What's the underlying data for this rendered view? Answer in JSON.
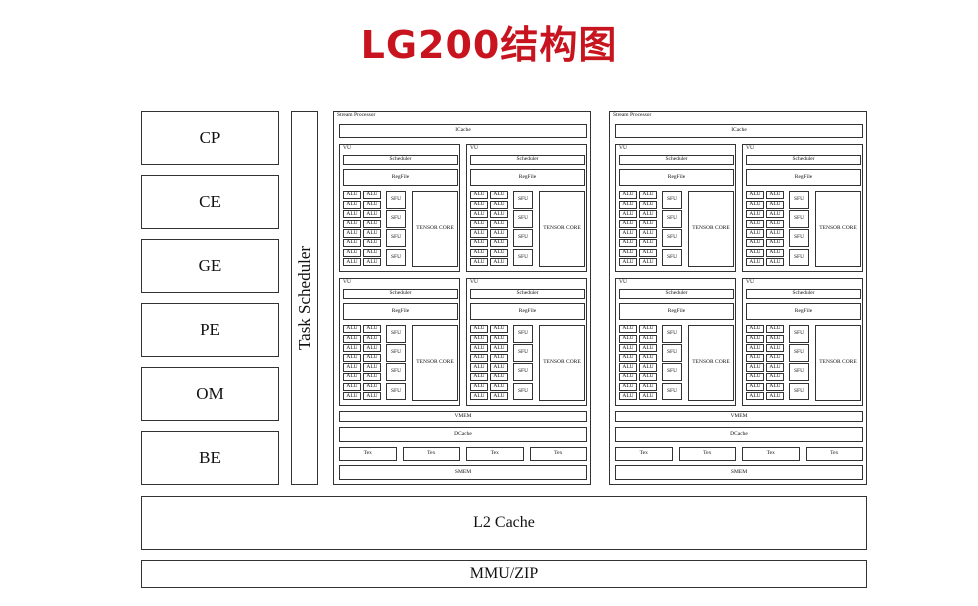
{
  "title": "LG200结构图",
  "left_blocks": [
    "CP",
    "CE",
    "GE",
    "PE",
    "OM",
    "BE"
  ],
  "task_scheduler": "Task Scheduler",
  "stream_processor": {
    "label": "Stream Processor",
    "icache": "ICache",
    "vu": {
      "label": "VU",
      "scheduler": "Scheduler",
      "regfile": "RegFile",
      "alu": "ALU",
      "sfu": "SFU",
      "tensor_core": "TENSOR CORE"
    },
    "vmem": "VMEM",
    "dcache": "DCache",
    "tex": [
      "Tex",
      "Tex",
      "Tex",
      "Tex"
    ],
    "smem": "SMEM"
  },
  "l2_cache": "L2 Cache",
  "mmu_zip": "MMU/ZIP",
  "colors": {
    "title": "#c8141e",
    "line": "#333333",
    "background": "#ffffff"
  }
}
